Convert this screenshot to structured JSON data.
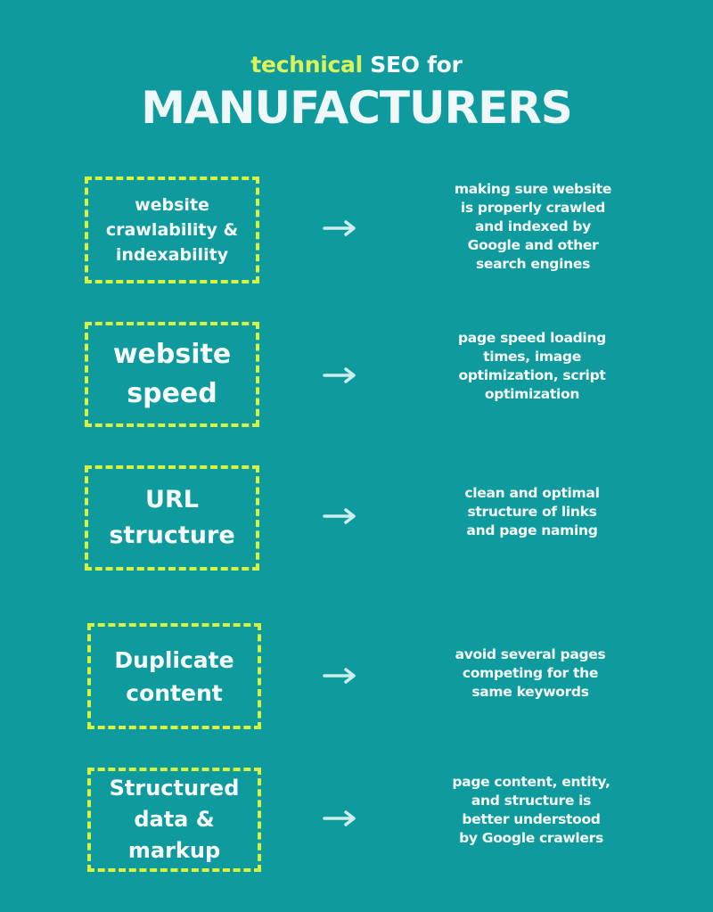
{
  "header": {
    "title_accent": "technical",
    "title_rest": "SEO for",
    "title_main": "MANUFACTURERS"
  },
  "colors": {
    "background": "#0f9a9e",
    "accent": "#dcf25a",
    "box_border": "#d7f240",
    "text": "#f6fcfc",
    "arrow": "#cdeeee"
  },
  "items": [
    {
      "label": "website crawlability & indexability",
      "description": "making sure website is properly crawled and indexed by Google and other search engines"
    },
    {
      "label": "website speed",
      "description": "page speed loading times, image optimization, script optimization"
    },
    {
      "label": "URL structure",
      "description": "clean and optimal structure of links and page naming"
    },
    {
      "label": "Duplicate content",
      "description": "avoid several pages competing for the same keywords"
    },
    {
      "label": "Structured data & markup",
      "description": "page content, entity, and structure is better understood by Google crawlers"
    }
  ],
  "arrow_icon": "right-arrow-icon"
}
